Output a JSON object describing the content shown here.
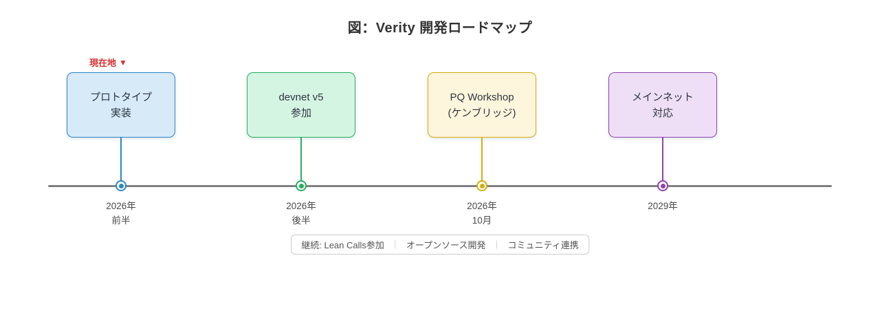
{
  "title": "図：Verity 開発ロードマップ",
  "current_location": {
    "label": "現在地",
    "icon": "▼",
    "color": "#d63031"
  },
  "timeline": {
    "color": "#808080"
  },
  "milestones": [
    {
      "line1": "プロトタイプ",
      "line2": "実装",
      "date_line1": "2026年",
      "date_line2": "前半",
      "colors": {
        "border": "#2e86c1",
        "fill": "#d6eaf8"
      }
    },
    {
      "line1": "devnet v5",
      "line2": "参加",
      "date_line1": "2026年",
      "date_line2": "後半",
      "colors": {
        "border": "#27ae60",
        "fill": "#d5f5e3"
      }
    },
    {
      "line1": "PQ Workshop",
      "line2": "(ケンブリッジ)",
      "date_line1": "2026年",
      "date_line2": "10月",
      "colors": {
        "border": "#d4ac0d",
        "fill": "#fdf5dc"
      }
    },
    {
      "line1": "メインネット",
      "line2": "対応",
      "date_line1": "2029年",
      "date_line2": "",
      "colors": {
        "border": "#8e44ad",
        "fill": "#eedff6"
      }
    }
  ],
  "note": {
    "items": [
      "継続: Lean Calls参加",
      "オープンソース開発",
      "コミュニティ連携"
    ],
    "separator": "｜"
  }
}
